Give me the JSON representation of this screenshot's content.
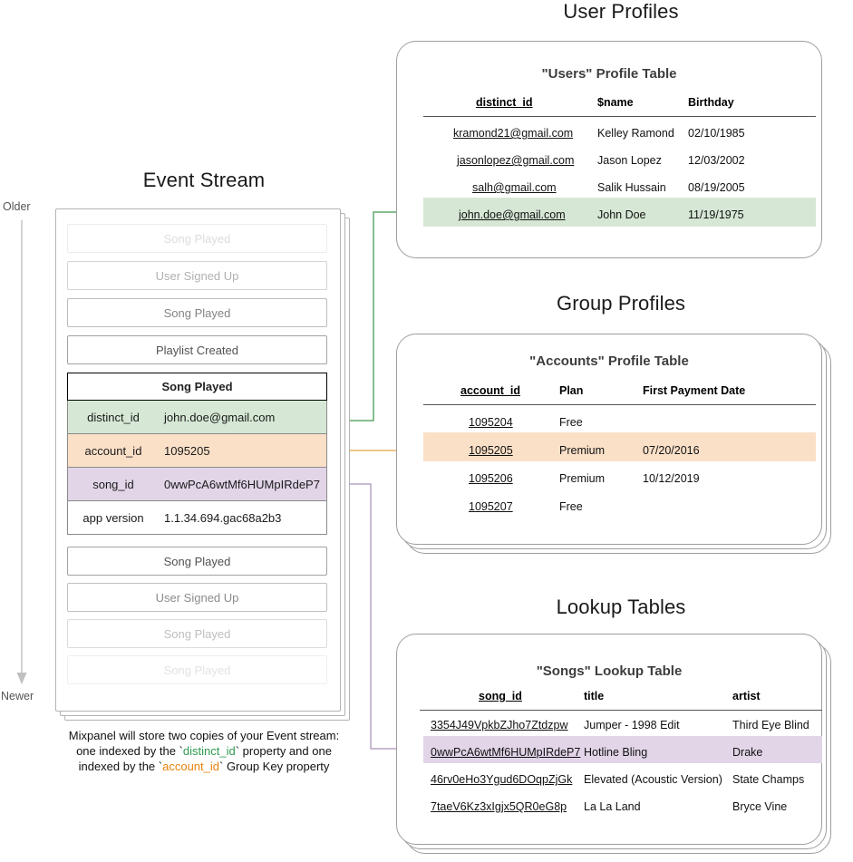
{
  "sections": {
    "user_profiles_title": "User Profiles",
    "group_profiles_title": "Group Profiles",
    "lookup_tables_title": "Lookup Tables",
    "event_stream_title": "Event Stream"
  },
  "timeline": {
    "older_label": "Older",
    "newer_label": "Newer"
  },
  "event_stream": {
    "events_above": [
      {
        "label": "Song Played",
        "opacity": 0.18
      },
      {
        "label": "User Signed Up",
        "opacity": 0.42
      },
      {
        "label": "Song Played",
        "opacity": 0.66
      },
      {
        "label": "Playlist Created",
        "opacity": 0.92
      }
    ],
    "expanded_event": {
      "title": "Song Played",
      "properties": [
        {
          "key": "distinct_id",
          "value": "john.doe@gmail.com",
          "color": "#d6e8d5"
        },
        {
          "key": "account_id",
          "value": "1095205",
          "color": "#fbe0c8"
        },
        {
          "key": "song_id",
          "value": "0wwPcA6wtMf6HUMpIRdeP7",
          "color": "#e2d5e8"
        },
        {
          "key": "app version",
          "value": "1.1.34.694.gac68a2b3",
          "color": "#ffffff"
        }
      ]
    },
    "events_below": [
      {
        "label": "Song Played",
        "opacity": 0.92
      },
      {
        "label": "User Signed Up",
        "opacity": 0.62
      },
      {
        "label": "Song Played",
        "opacity": 0.34
      },
      {
        "label": "Song Played",
        "opacity": 0.15
      }
    ]
  },
  "users_table": {
    "title": "\"Users\" Profile Table",
    "columns": [
      "distinct_id",
      "$name",
      "Birthday"
    ],
    "rows": [
      {
        "cells": [
          "kramond21@gmail.com",
          "Kelley Ramond",
          "02/10/1985"
        ],
        "highlight": false
      },
      {
        "cells": [
          "jasonlopez@gmail.com",
          "Jason Lopez",
          "12/03/2002"
        ],
        "highlight": false
      },
      {
        "cells": [
          "salh@gmail.com",
          "Salik Hussain",
          "08/19/2005"
        ],
        "highlight": false
      },
      {
        "cells": [
          "john.doe@gmail.com",
          "John Doe",
          "11/19/1975"
        ],
        "highlight": true
      }
    ],
    "highlight_color": "#d6e8d5"
  },
  "accounts_table": {
    "title": "\"Accounts\" Profile Table",
    "columns": [
      "account_id",
      "Plan",
      "First Payment Date"
    ],
    "rows": [
      {
        "cells": [
          "1095204",
          "Free",
          ""
        ],
        "highlight": false
      },
      {
        "cells": [
          "1095205",
          "Premium",
          "07/20/2016"
        ],
        "highlight": true
      },
      {
        "cells": [
          "1095206",
          "Premium",
          "10/12/2019"
        ],
        "highlight": false
      },
      {
        "cells": [
          "1095207",
          "Free",
          ""
        ],
        "highlight": false
      }
    ],
    "highlight_color": "#fbe0c8"
  },
  "songs_table": {
    "title": "\"Songs\" Lookup Table",
    "columns": [
      "song_id",
      "title",
      "artist"
    ],
    "rows": [
      {
        "cells": [
          "3354J49VpkbZJho7Ztdzpw",
          "Jumper - 1998 Edit",
          "Third Eye Blind"
        ],
        "highlight": false
      },
      {
        "cells": [
          "0wwPcA6wtMf6HUMpIRdeP7",
          "Hotline Bling",
          "Drake"
        ],
        "highlight": true
      },
      {
        "cells": [
          "46rv0eHo3Ygud6DOqpZjGk",
          "Elevated (Acoustic Version)",
          "State Champs"
        ],
        "highlight": false
      },
      {
        "cells": [
          "7taeV6Kz3xIgjx5QR0eG8p",
          "La La Land",
          "Bryce Vine"
        ],
        "highlight": false
      }
    ],
    "highlight_color": "#e2d5e8"
  },
  "caption": {
    "line1": "Mixpanel will store two copies of your Event stream:",
    "line2_a": "one indexed by the `",
    "line2_token": "distinct_id",
    "line2_b": "` property and one",
    "line3_a": "indexed by the `",
    "line3_token": "account_id",
    "line3_b": "` Group Key property"
  },
  "colors": {
    "green": "#2e9b4f",
    "orange": "#e8820c",
    "purple": "#9a80a8",
    "green_fill": "#d6e8d5",
    "orange_fill": "#fbe0c8",
    "purple_fill": "#e2d5e8",
    "border_gray": "#9e9e9e"
  }
}
